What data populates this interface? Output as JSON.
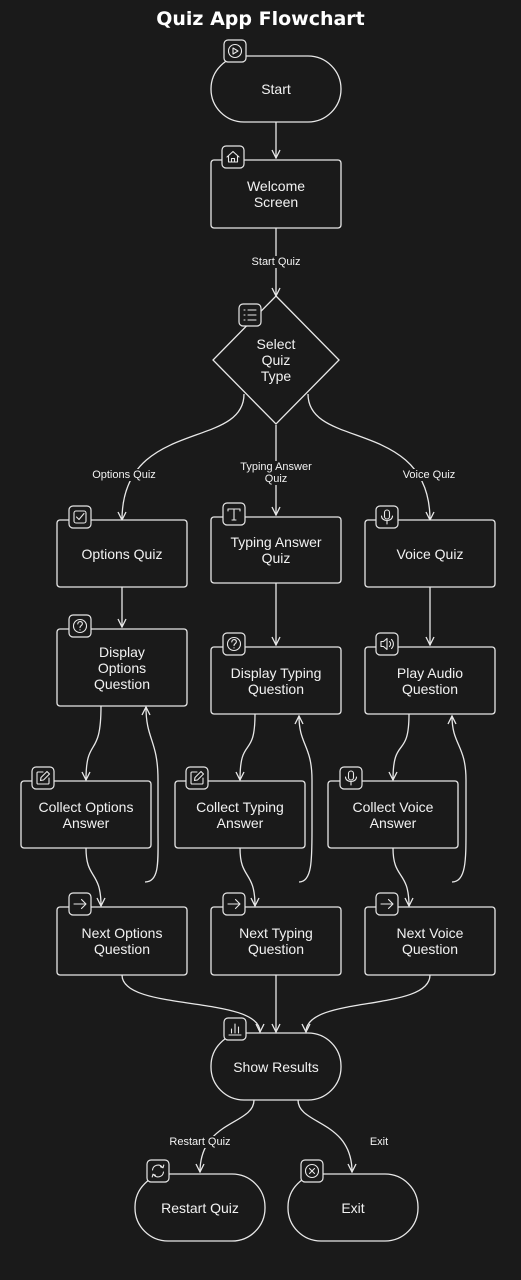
{
  "title": "Quiz App Flowchart",
  "nodes": {
    "start": "Start",
    "welcome": "Welcome\nScreen",
    "select": "Select\nQuiz\nType",
    "options_quiz": "Options Quiz",
    "typing_quiz": "Typing Answer\nQuiz",
    "voice_quiz": "Voice Quiz",
    "display_options": "Display\nOptions\nQuestion",
    "display_typing": "Display Typing\nQuestion",
    "play_audio": "Play Audio\nQuestion",
    "collect_options": "Collect Options\nAnswer",
    "collect_typing": "Collect Typing\nAnswer",
    "collect_voice": "Collect Voice\nAnswer",
    "next_options": "Next Options\nQuestion",
    "next_typing": "Next Typing\nQuestion",
    "next_voice": "Next Voice\nQuestion",
    "show_results": "Show Results",
    "restart": "Restart Quiz",
    "exit": "Exit"
  },
  "edges": {
    "start_quiz": "Start Quiz",
    "options_quiz": "Options Quiz",
    "typing_quiz": "Typing Answer\nQuiz",
    "voice_quiz": "Voice Quiz",
    "restart_quiz": "Restart Quiz",
    "exit": "Exit"
  },
  "icons": {
    "start": "play-icon",
    "welcome": "home-icon",
    "select": "list-icon",
    "options_quiz": "checkbox-icon",
    "typing_quiz": "text-icon",
    "voice_quiz": "microphone-icon",
    "display_options": "question-icon",
    "display_typing": "question-icon",
    "play_audio": "speaker-icon",
    "collect_options": "edit-icon",
    "collect_typing": "edit-icon",
    "collect_voice": "microphone-icon",
    "next_options": "arrow-right-icon",
    "next_typing": "arrow-right-icon",
    "next_voice": "arrow-right-icon",
    "show_results": "bar-chart-icon",
    "restart": "refresh-icon",
    "exit": "close-circle-icon"
  },
  "colors": {
    "background": "#1a1a1a",
    "stroke": "#e8e8e8",
    "text": "#f2f2f2"
  }
}
